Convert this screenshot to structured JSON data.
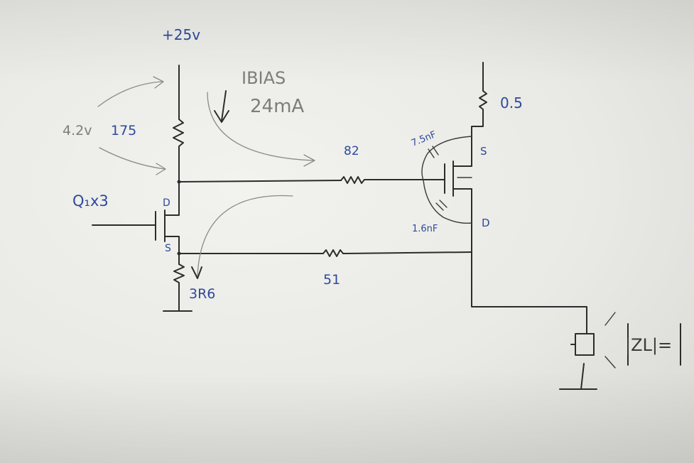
{
  "labels": {
    "supply": "+25v",
    "ibias_title": "IBIAS",
    "ibias_value": "24mA",
    "voltage": "4.2v",
    "r_top": "175",
    "r_series_gate": "82",
    "cap_top": "7.5nF",
    "cap_bottom": "1.6nF",
    "r_top_right": "0.5",
    "source_upper": "S",
    "drain_upper": "D",
    "q1": "Q₁x3",
    "drain_q1": "D",
    "source_q1": "S",
    "r_feedback": "51",
    "r_source": "3R6",
    "impedance": "|ZL|="
  },
  "colors": {
    "ink": "#2c2c2c",
    "blue_label": "#2d4a9a",
    "pencil": "#8a8a86"
  }
}
